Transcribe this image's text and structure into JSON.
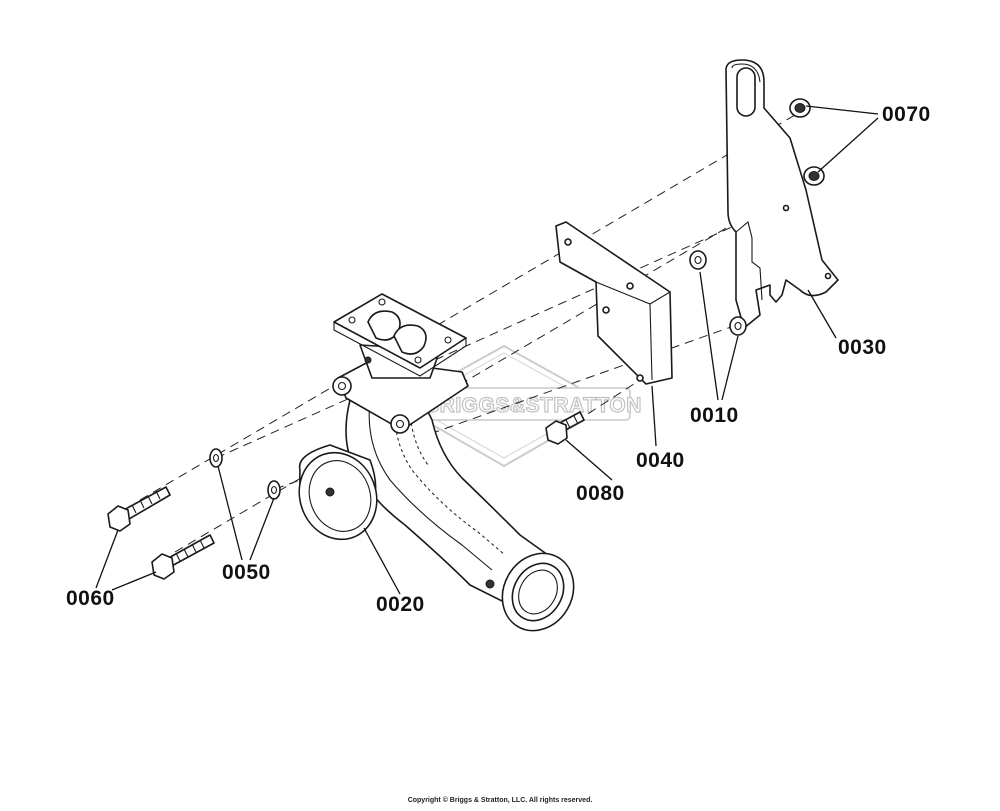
{
  "callouts": {
    "p0010": "0010",
    "p0020": "0020",
    "p0030": "0030",
    "p0040": "0040",
    "p0050": "0050",
    "p0060": "0060",
    "p0070": "0070",
    "p0080": "0080"
  },
  "watermark": {
    "brand": "BRIGGS&STRATTON"
  },
  "footer": {
    "copyright": "Copyright © Briggs & Stratton, LLC. All rights reserved."
  }
}
